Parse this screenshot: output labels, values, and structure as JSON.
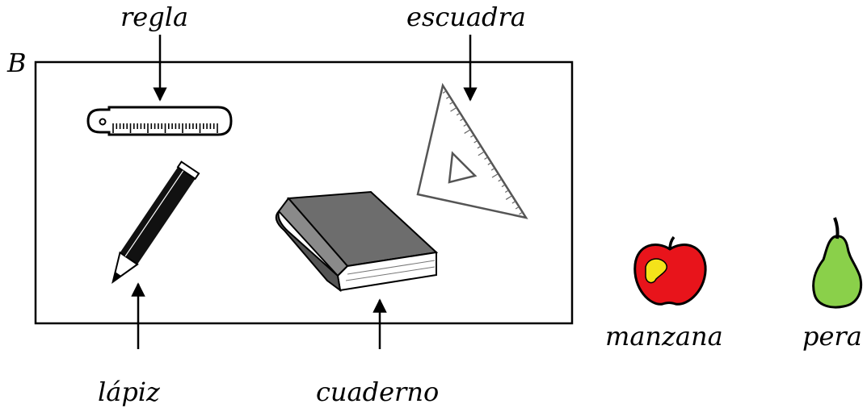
{
  "set_label": "B",
  "labels": {
    "ruler": "regla",
    "set_square": "escuadra",
    "pencil": "lápiz",
    "notebook": "cuaderno",
    "apple": "manzana",
    "pear": "pera"
  },
  "colors": {
    "apple": "#e8141b",
    "apple_highlight": "#f4e21a",
    "pear": "#8ad04a",
    "book_cover": "#6d6d6d",
    "stroke": "#000000"
  }
}
